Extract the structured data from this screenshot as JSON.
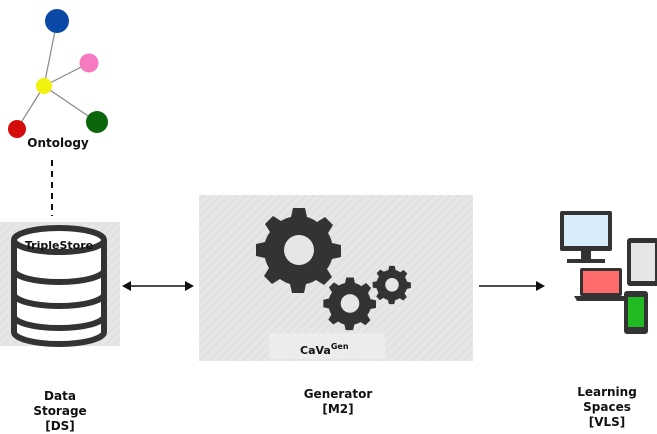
{
  "ontology": {
    "label": "Ontology",
    "nodes": [
      {
        "name": "node-blue",
        "color": "#0a4aa6"
      },
      {
        "name": "node-pink",
        "color": "#f57ac0"
      },
      {
        "name": "node-yellow-hub",
        "color": "#f2f20f"
      },
      {
        "name": "node-red",
        "color": "#d40b0b"
      },
      {
        "name": "node-green",
        "color": "#0b650b"
      }
    ]
  },
  "triplestore": {
    "label": "TripleStore"
  },
  "generator": {
    "label_main": "CaVa",
    "label_sup": "Gen"
  },
  "captions": {
    "storage": [
      "Data",
      "Storage",
      "[DS]"
    ],
    "generator": [
      "Generator",
      "[M2]"
    ],
    "learning": [
      "Learning",
      "Spaces",
      "[VLS]"
    ]
  },
  "colors": {
    "icon": "#333333",
    "panel": "#e3e3e3",
    "laptop_screen": "#ff6b6b",
    "phone_screen": "#22bb22",
    "monitor_screen": "#d8ecfa"
  }
}
